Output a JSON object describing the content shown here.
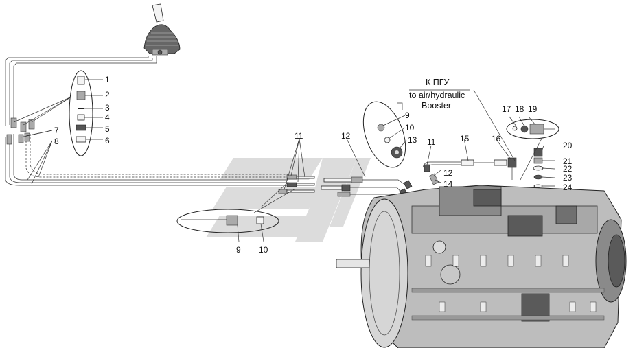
{
  "diagram": {
    "notes": {
      "ru": "К ПГУ",
      "en_line1": "to air/hydraulic",
      "en_line2": "Booster"
    },
    "colors": {
      "line": "#222222",
      "watermark": "#d9d9d9",
      "housing": "#bdbdbd",
      "housing_dark": "#5a5a5a"
    },
    "callouts": {
      "c1": "1",
      "c2": "2",
      "c3": "3",
      "c4": "4",
      "c5": "5",
      "c6": "6",
      "c7": "7",
      "c8": "8",
      "c9a": "9",
      "c10a": "10",
      "c9b": "9",
      "c10b": "10",
      "c11a": "11",
      "c11b": "11",
      "c12a": "12",
      "c12b": "12",
      "c13": "13",
      "c14": "14",
      "c15": "15",
      "c16": "16",
      "c17": "17",
      "c18": "18",
      "c19": "19",
      "c20": "20",
      "c21": "21",
      "c22": "22",
      "c23": "23",
      "c24": "24"
    }
  }
}
